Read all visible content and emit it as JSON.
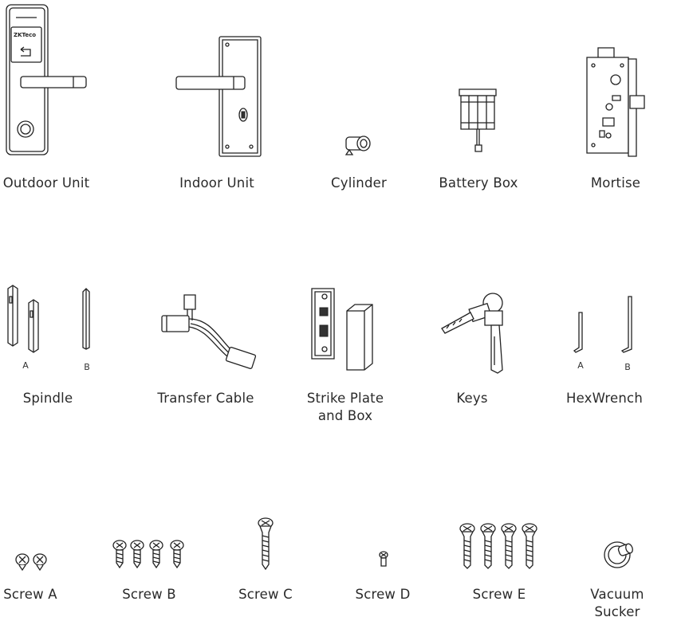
{
  "parts": {
    "outdoor_unit": "Outdoor Unit",
    "indoor_unit": "Indoor Unit",
    "cylinder": "Cylinder",
    "battery_box": "Battery Box",
    "mortise": "Mortise",
    "spindle": "Spindle",
    "spindle_a": "A",
    "spindle_b": "B",
    "transfer_cable": "Transfer Cable",
    "strike_plate_line1": "Strike Plate",
    "strike_plate_line2": "and Box",
    "keys": "Keys",
    "hex_wrench": "HexWrench",
    "hex_a": "A",
    "hex_b": "B",
    "screw_a": "Screw A",
    "screw_b": "Screw B",
    "screw_c": "Screw C",
    "screw_d": "Screw D",
    "screw_e": "Screw E",
    "vacuum_line1": "Vacuum",
    "vacuum_line2": "Sucker"
  },
  "brand_mark": "ZKTeco"
}
